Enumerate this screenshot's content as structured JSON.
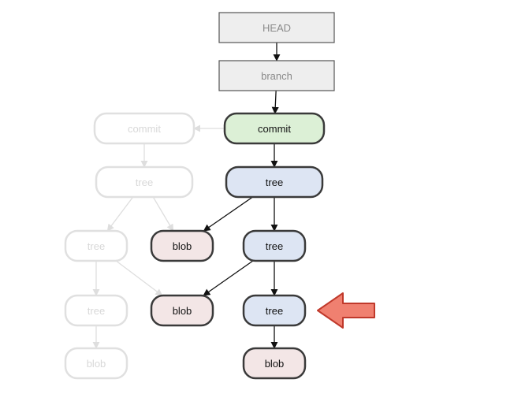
{
  "diagram": {
    "nodes": [
      {
        "id": "head",
        "label": "HEAD",
        "kind": "ref",
        "faded": false
      },
      {
        "id": "branch",
        "label": "branch",
        "kind": "ref",
        "faded": false
      },
      {
        "id": "commit",
        "label": "commit",
        "kind": "commit",
        "faded": false
      },
      {
        "id": "tree1",
        "label": "tree",
        "kind": "tree",
        "faded": false
      },
      {
        "id": "blob1",
        "label": "blob",
        "kind": "blob",
        "faded": false
      },
      {
        "id": "tree2",
        "label": "tree",
        "kind": "tree",
        "faded": false
      },
      {
        "id": "blob2",
        "label": "blob",
        "kind": "blob",
        "faded": false
      },
      {
        "id": "tree3",
        "label": "tree",
        "kind": "tree",
        "faded": false
      },
      {
        "id": "blob3",
        "label": "blob",
        "kind": "blob",
        "faded": false
      },
      {
        "id": "old-commit",
        "label": "commit",
        "kind": "commit",
        "faded": true
      },
      {
        "id": "old-tree1",
        "label": "tree",
        "kind": "tree",
        "faded": true
      },
      {
        "id": "old-tree2",
        "label": "tree",
        "kind": "tree",
        "faded": true
      },
      {
        "id": "old-tree3",
        "label": "tree",
        "kind": "tree",
        "faded": true
      },
      {
        "id": "old-blob",
        "label": "blob",
        "kind": "blob",
        "faded": true
      }
    ],
    "edges": [
      {
        "from": "head",
        "to": "branch",
        "faded": false
      },
      {
        "from": "branch",
        "to": "commit",
        "faded": false
      },
      {
        "from": "commit",
        "to": "old-commit",
        "faded": true
      },
      {
        "from": "commit",
        "to": "tree1",
        "faded": false
      },
      {
        "from": "tree1",
        "to": "blob1",
        "faded": false
      },
      {
        "from": "tree1",
        "to": "tree2",
        "faded": false
      },
      {
        "from": "tree2",
        "to": "blob2",
        "faded": false
      },
      {
        "from": "tree2",
        "to": "tree3",
        "faded": false
      },
      {
        "from": "tree3",
        "to": "blob3",
        "faded": false
      },
      {
        "from": "old-commit",
        "to": "old-tree1",
        "faded": true
      },
      {
        "from": "old-tree1",
        "to": "old-tree2",
        "faded": true
      },
      {
        "from": "old-tree1",
        "to": "blob1",
        "faded": true
      },
      {
        "from": "old-tree2",
        "to": "old-tree3",
        "faded": true
      },
      {
        "from": "old-tree2",
        "to": "blob2",
        "faded": true
      },
      {
        "from": "old-tree3",
        "to": "old-blob",
        "faded": true
      }
    ],
    "highlight": {
      "target": "tree3",
      "icon": "left-arrow-icon"
    },
    "colors": {
      "ref_fill": "#eeeeee",
      "ref_stroke": "#555555",
      "ref_text": "#8a8a8a",
      "commit_fill": "#dcf0d6",
      "tree_fill": "#dde5f3",
      "blob_fill": "#f3e6e6",
      "node_stroke": "#3a3a3a",
      "faded_stroke": "#e0e0e0",
      "faded_text": "#d8d8d8",
      "edge": "#111111",
      "faded_edge": "#dedede",
      "highlight_fill": "#f08070",
      "highlight_stroke": "#c0392b"
    }
  }
}
